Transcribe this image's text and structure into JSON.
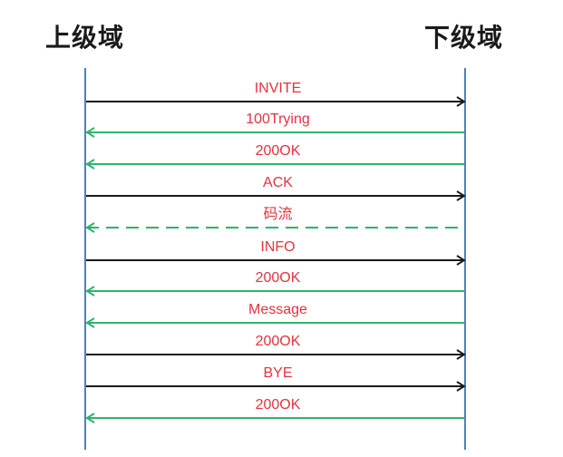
{
  "participants": {
    "left": "上级域",
    "right": "下级域"
  },
  "colors": {
    "lifeline": "#4f81bd",
    "request": "#1a1a1a",
    "response": "#2fb36e",
    "label": "#e5323f"
  },
  "messages": [
    {
      "label": "INVITE",
      "direction": "right",
      "style": "solid",
      "kind": "request"
    },
    {
      "label": "100Trying",
      "direction": "left",
      "style": "solid",
      "kind": "response"
    },
    {
      "label": "200OK",
      "direction": "left",
      "style": "solid",
      "kind": "response"
    },
    {
      "label": "ACK",
      "direction": "right",
      "style": "solid",
      "kind": "request"
    },
    {
      "label": "码流",
      "direction": "left",
      "style": "dashed",
      "kind": "response"
    },
    {
      "label": "INFO",
      "direction": "right",
      "style": "solid",
      "kind": "request"
    },
    {
      "label": "200OK",
      "direction": "left",
      "style": "solid",
      "kind": "response"
    },
    {
      "label": "Message",
      "direction": "left",
      "style": "solid",
      "kind": "response"
    },
    {
      "label": "200OK",
      "direction": "right",
      "style": "solid",
      "kind": "request"
    },
    {
      "label": "BYE",
      "direction": "right",
      "style": "solid",
      "kind": "request"
    },
    {
      "label": "200OK",
      "direction": "left",
      "style": "solid",
      "kind": "response"
    }
  ]
}
